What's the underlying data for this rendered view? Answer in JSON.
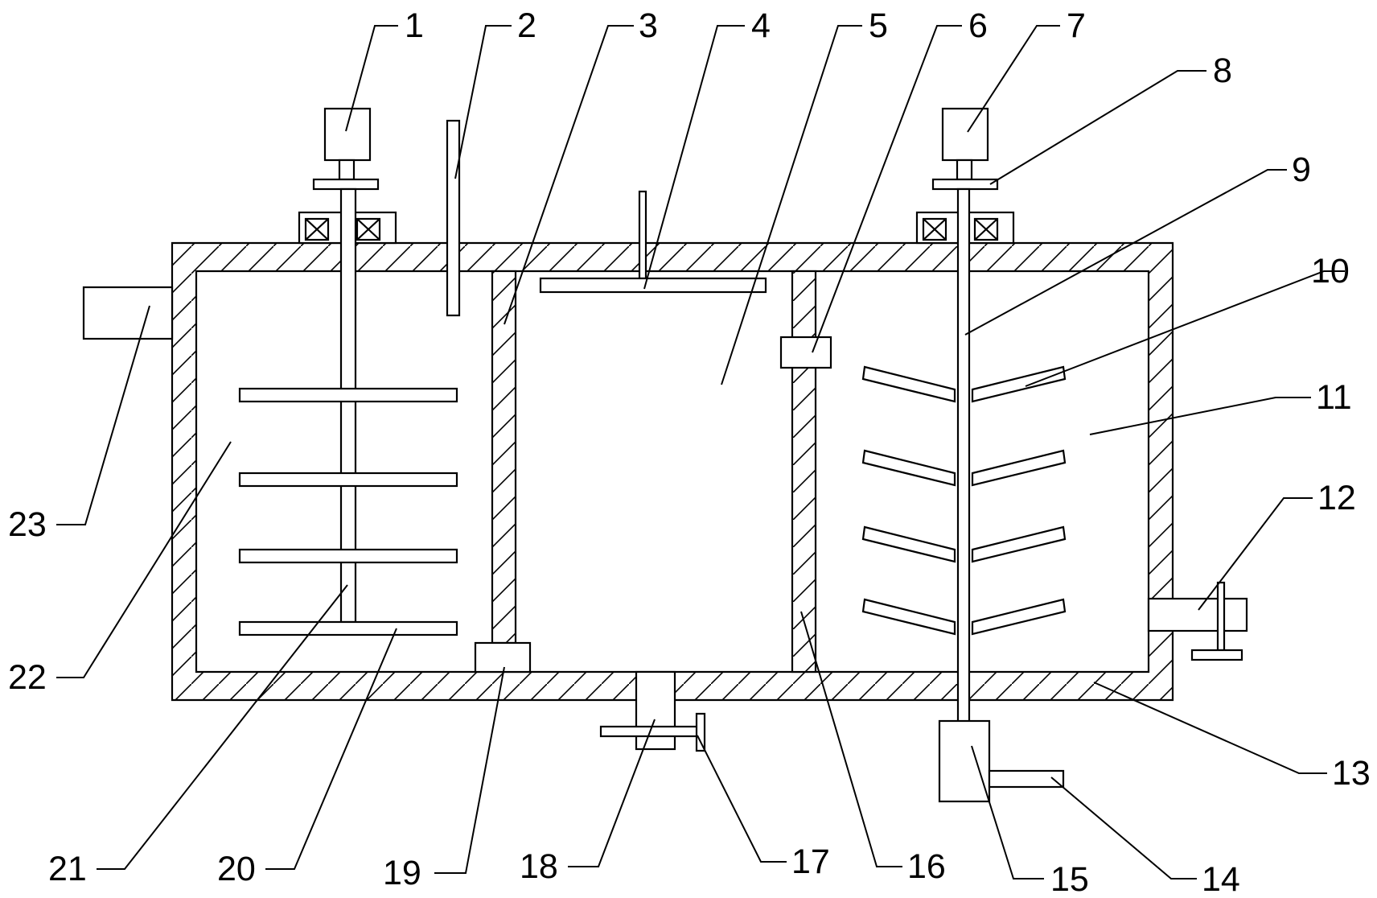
{
  "diagram": {
    "labels": [
      "1",
      "2",
      "3",
      "4",
      "5",
      "6",
      "7",
      "8",
      "9",
      "10",
      "11",
      "12",
      "13",
      "14",
      "15",
      "16",
      "17",
      "18",
      "19",
      "20",
      "21",
      "22",
      "23"
    ],
    "stroke_color": "#000000",
    "background_color": "#ffffff"
  }
}
